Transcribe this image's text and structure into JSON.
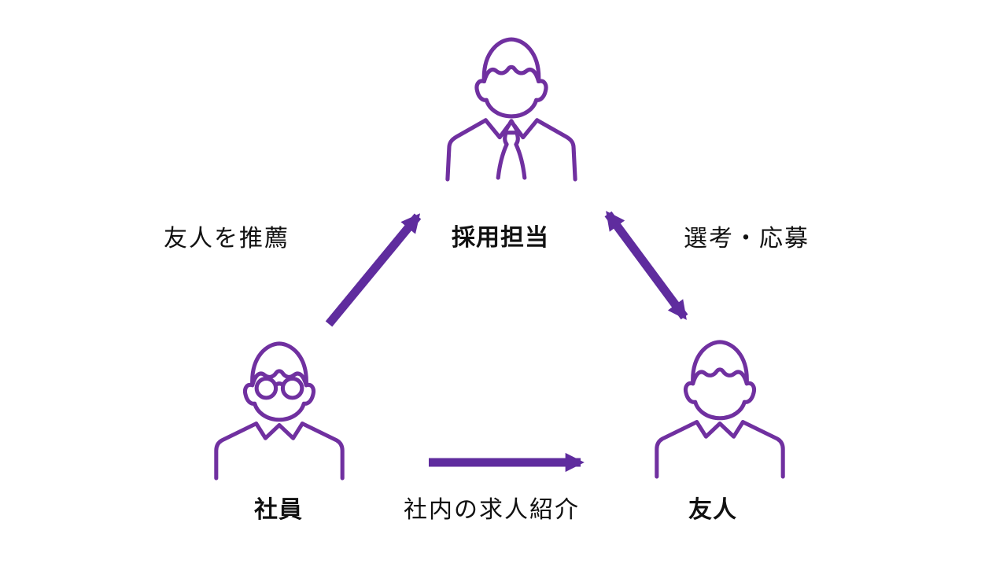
{
  "diagram": {
    "description": "referral-hiring-triangle-diagram",
    "colors": {
      "icon": "#7030A0",
      "arrow": "#5F2C9E",
      "text": "#111111",
      "background": "#FFFFFF"
    },
    "nodes": [
      {
        "id": "recruiter",
        "label": "採用担当",
        "icon": "person-suit-tie-icon",
        "position": "top-center"
      },
      {
        "id": "employee",
        "label": "社員",
        "icon": "person-glasses-icon",
        "position": "bottom-left"
      },
      {
        "id": "friend",
        "label": "友人",
        "icon": "person-icon",
        "position": "bottom-right"
      }
    ],
    "edges": [
      {
        "from": "employee",
        "to": "recruiter",
        "label": "友人を推薦",
        "direction": "one-way"
      },
      {
        "from": "recruiter",
        "to": "friend",
        "label": "選考・応募",
        "direction": "two-way"
      },
      {
        "from": "employee",
        "to": "friend",
        "label": "社内の求人紹介",
        "direction": "one-way"
      }
    ]
  }
}
